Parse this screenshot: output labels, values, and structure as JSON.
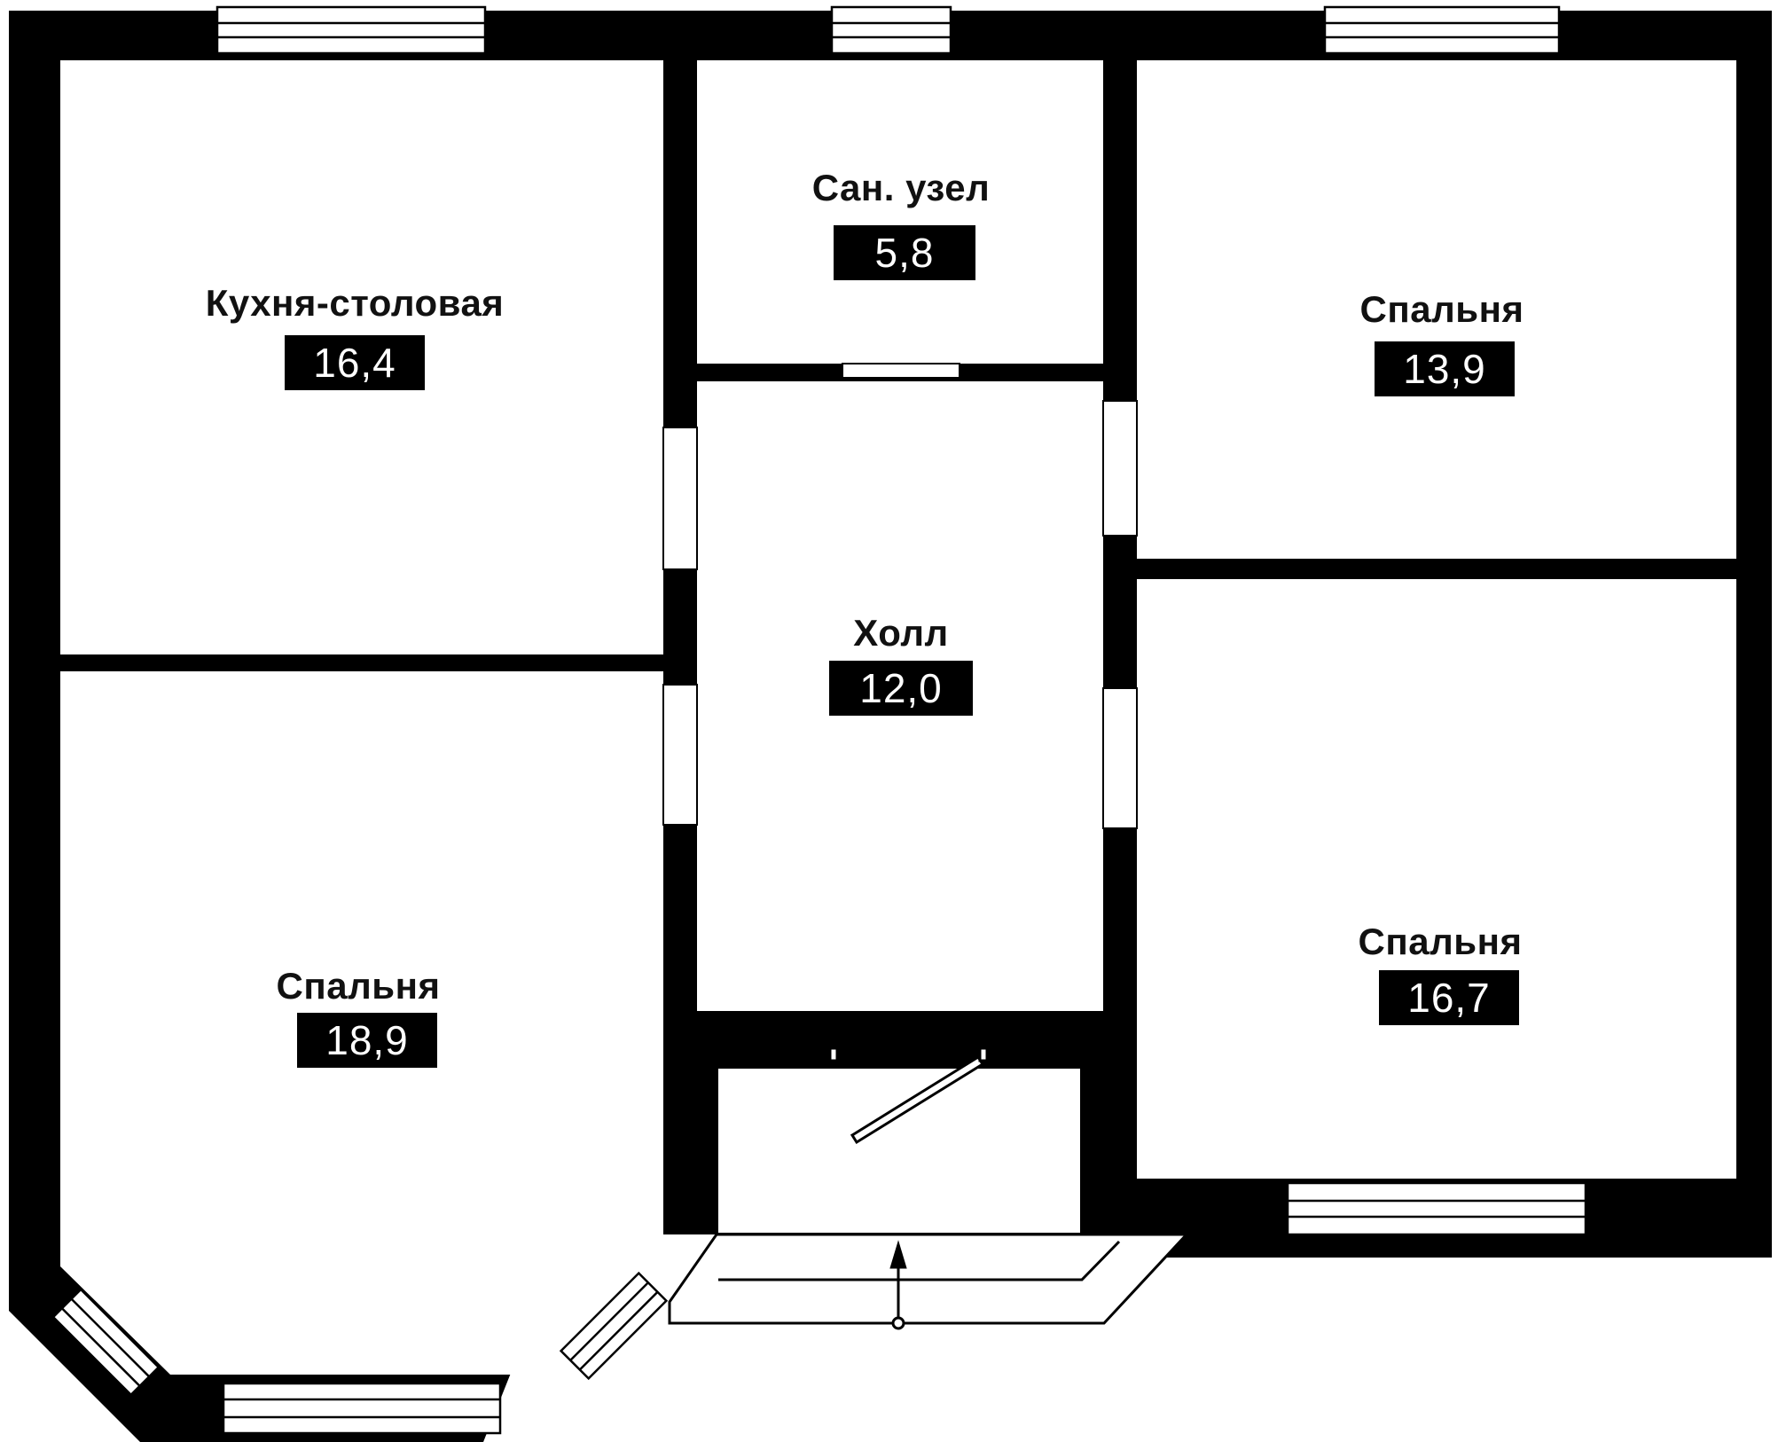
{
  "rooms": {
    "kitchen": {
      "name": "Кухня-столовая",
      "area": "16,4"
    },
    "bathroom": {
      "name": "Сан. узел",
      "area": "5,8"
    },
    "bedroom_top_right": {
      "name": "Спальня",
      "area": "13,9"
    },
    "hall": {
      "name": "Холл",
      "area": "12,0"
    },
    "bedroom_bottom_left": {
      "name": "Спальня",
      "area": "18,9"
    },
    "bedroom_bottom_right": {
      "name": "Спальня",
      "area": "16,7"
    }
  },
  "colors": {
    "wall": "#000000",
    "floor": "#ffffff"
  }
}
